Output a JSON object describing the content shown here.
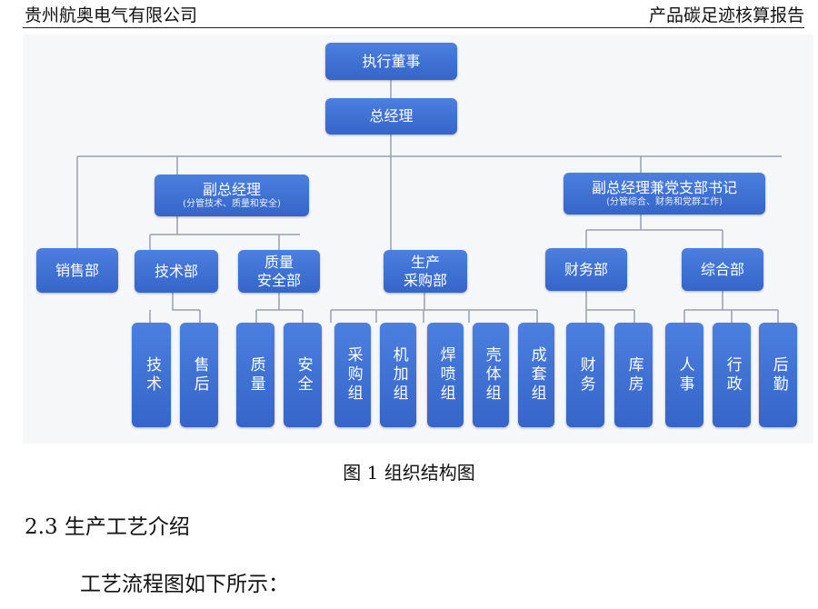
{
  "header": {
    "company": "贵州航奥电气有限公司",
    "report": "产品碳足迹核算报告"
  },
  "org": {
    "ceo": "执行董事",
    "gm": "总经理",
    "vp1": {
      "title": "副总经理",
      "sub": "(分管技术、质量和安全)"
    },
    "vp2": {
      "title": "副总经理兼党支部书记",
      "sub": "(分管综合、财务和党群工作)"
    },
    "depts": [
      "销售部",
      "技术部",
      "质量\n安全部",
      "生产\n采购部",
      "财务部",
      "综合部"
    ],
    "leaves": [
      "技术",
      "售后",
      "质量",
      "安全",
      "采购组",
      "机加组",
      "焊喷组",
      "壳体组",
      "成套组",
      "财务",
      "库房",
      "人事",
      "行政",
      "后勤"
    ],
    "box_color": "#3f6fd0"
  },
  "caption": "图 1 组织结构图",
  "section_heading": "2.3 生产工艺介绍",
  "paragraph": "工艺流程图如下所示："
}
